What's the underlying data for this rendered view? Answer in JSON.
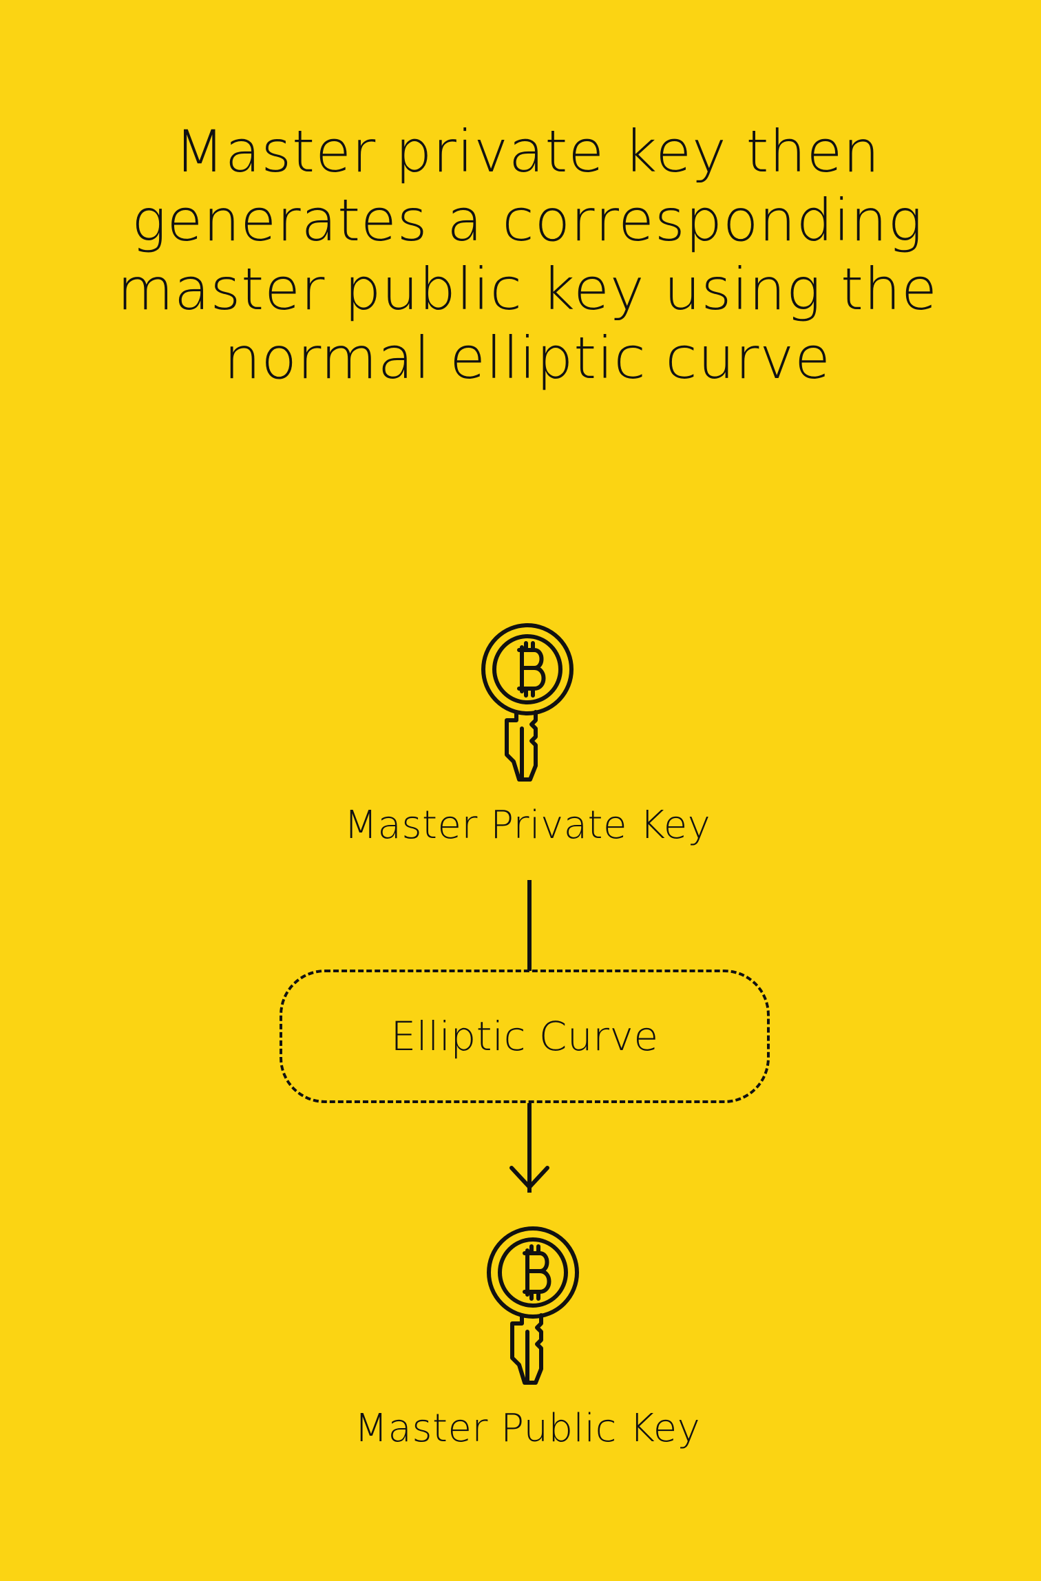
{
  "headline": {
    "line1": "Master private key then",
    "line2": "generates a corresponding",
    "line3": "master public key using the",
    "line4": "normal elliptic curve"
  },
  "diagram": {
    "private_key": {
      "label": "Master Private Key",
      "icon": "bitcoin-key-icon"
    },
    "process": {
      "label": "Elliptic Curve"
    },
    "public_key": {
      "label": "Master Public Key",
      "icon": "bitcoin-key-icon"
    }
  },
  "colors": {
    "background": "#FBD413",
    "ink": "#111111"
  }
}
